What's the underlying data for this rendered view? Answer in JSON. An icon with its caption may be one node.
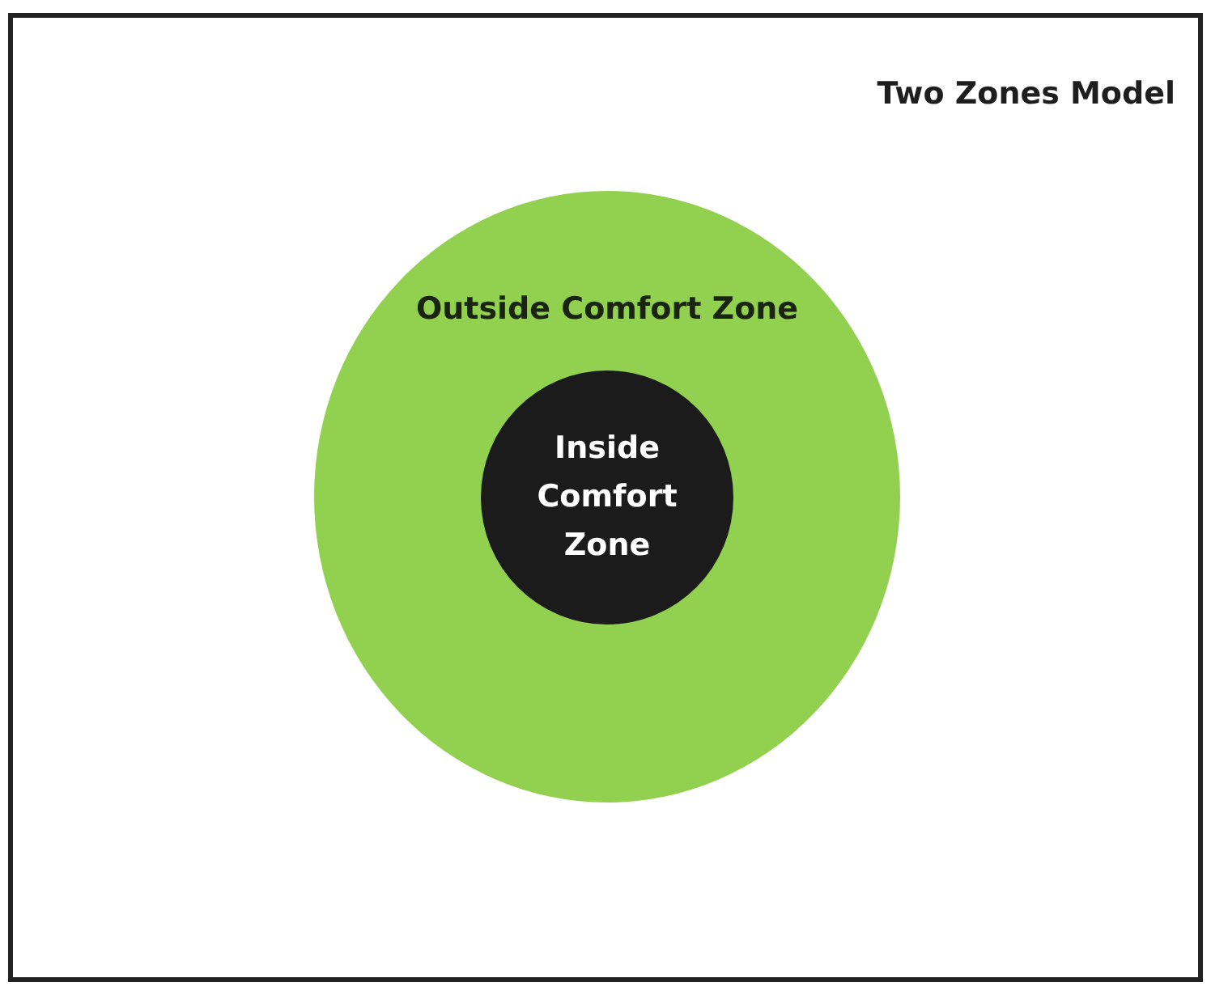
{
  "diagram": {
    "title": "Two Zones Model",
    "nodes": [
      {
        "text": [
          "Outside Comfort Zone"
        ]
      },
      {
        "text": [
          "Inside Comfort Zone"
        ],
        "in": 0
      }
    ]
  }
}
